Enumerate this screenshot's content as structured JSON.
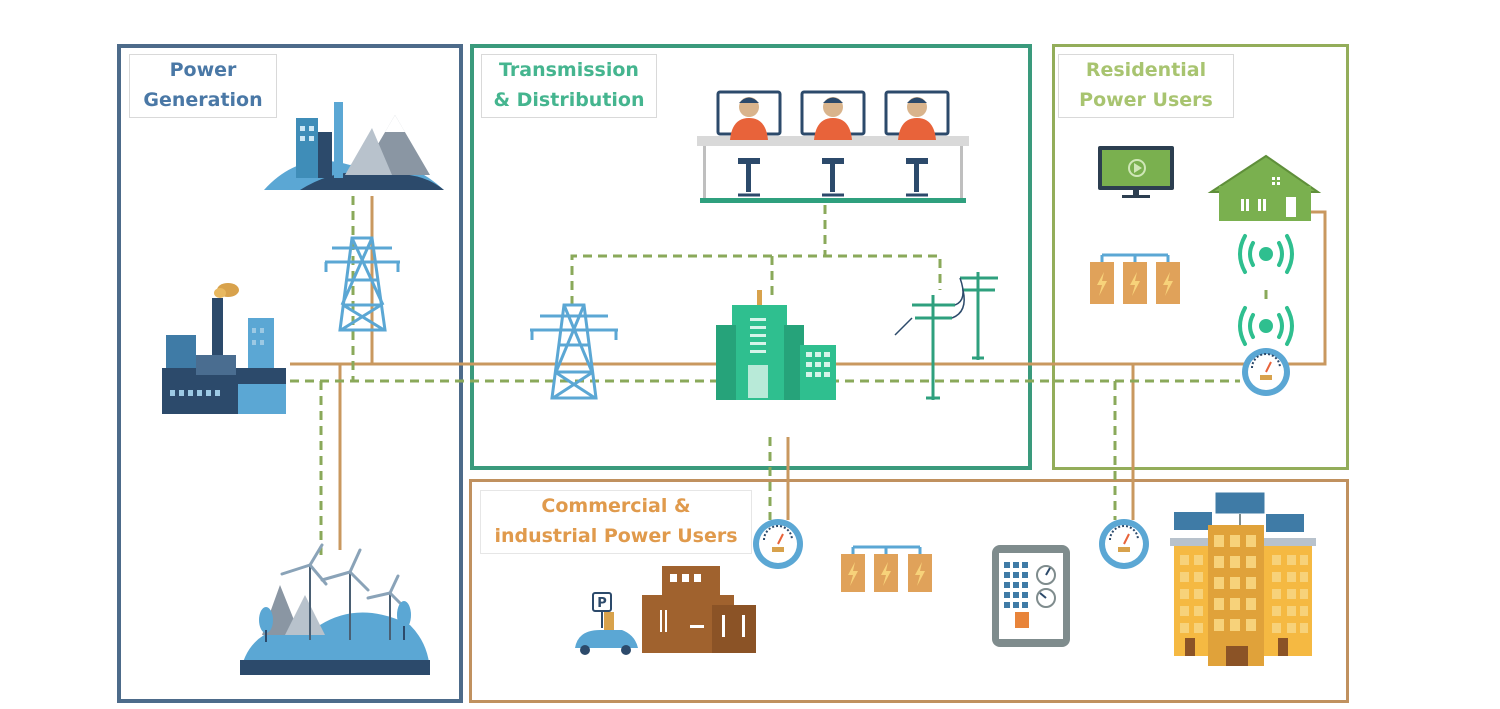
{
  "zones": {
    "generation": {
      "line1": "Power",
      "line2": "Generation",
      "color": "#4d6b8a",
      "text_color": "#4a78a6"
    },
    "transmission": {
      "line1": "Transmission",
      "line2": "& Distribution",
      "color": "#3a9a7c",
      "text_color": "#45b58f"
    },
    "residential": {
      "line1": "Residential",
      "line2": "Power Users",
      "color": "#93ad5a",
      "text_color": "#a8c470"
    },
    "commercial": {
      "line1": "Commercial &",
      "line2": "industrial Power Users",
      "color": "#c0915f",
      "text_color": "#e09a4c"
    }
  },
  "colors": {
    "power_line": "#c9985f",
    "data_line": "#8aa95a",
    "teal": "#2fbf8f",
    "blue": "#5ba7d4",
    "navy": "#2c4a6b",
    "orange_battery": "#e0a25a",
    "person_shirt": "#e8633a"
  },
  "icons": [
    "factory-icon",
    "power-plant-mountains-icon",
    "transmission-tower-icon",
    "wind-turbines-icon",
    "control-room-icon",
    "substation-building-icon",
    "utility-pole-icon",
    "television-icon",
    "house-icon",
    "wireless-signal-icon",
    "smart-meter-icon",
    "battery-icon",
    "ev-charging-icon",
    "tablet-dashboard-icon",
    "solar-office-building-icon"
  ]
}
